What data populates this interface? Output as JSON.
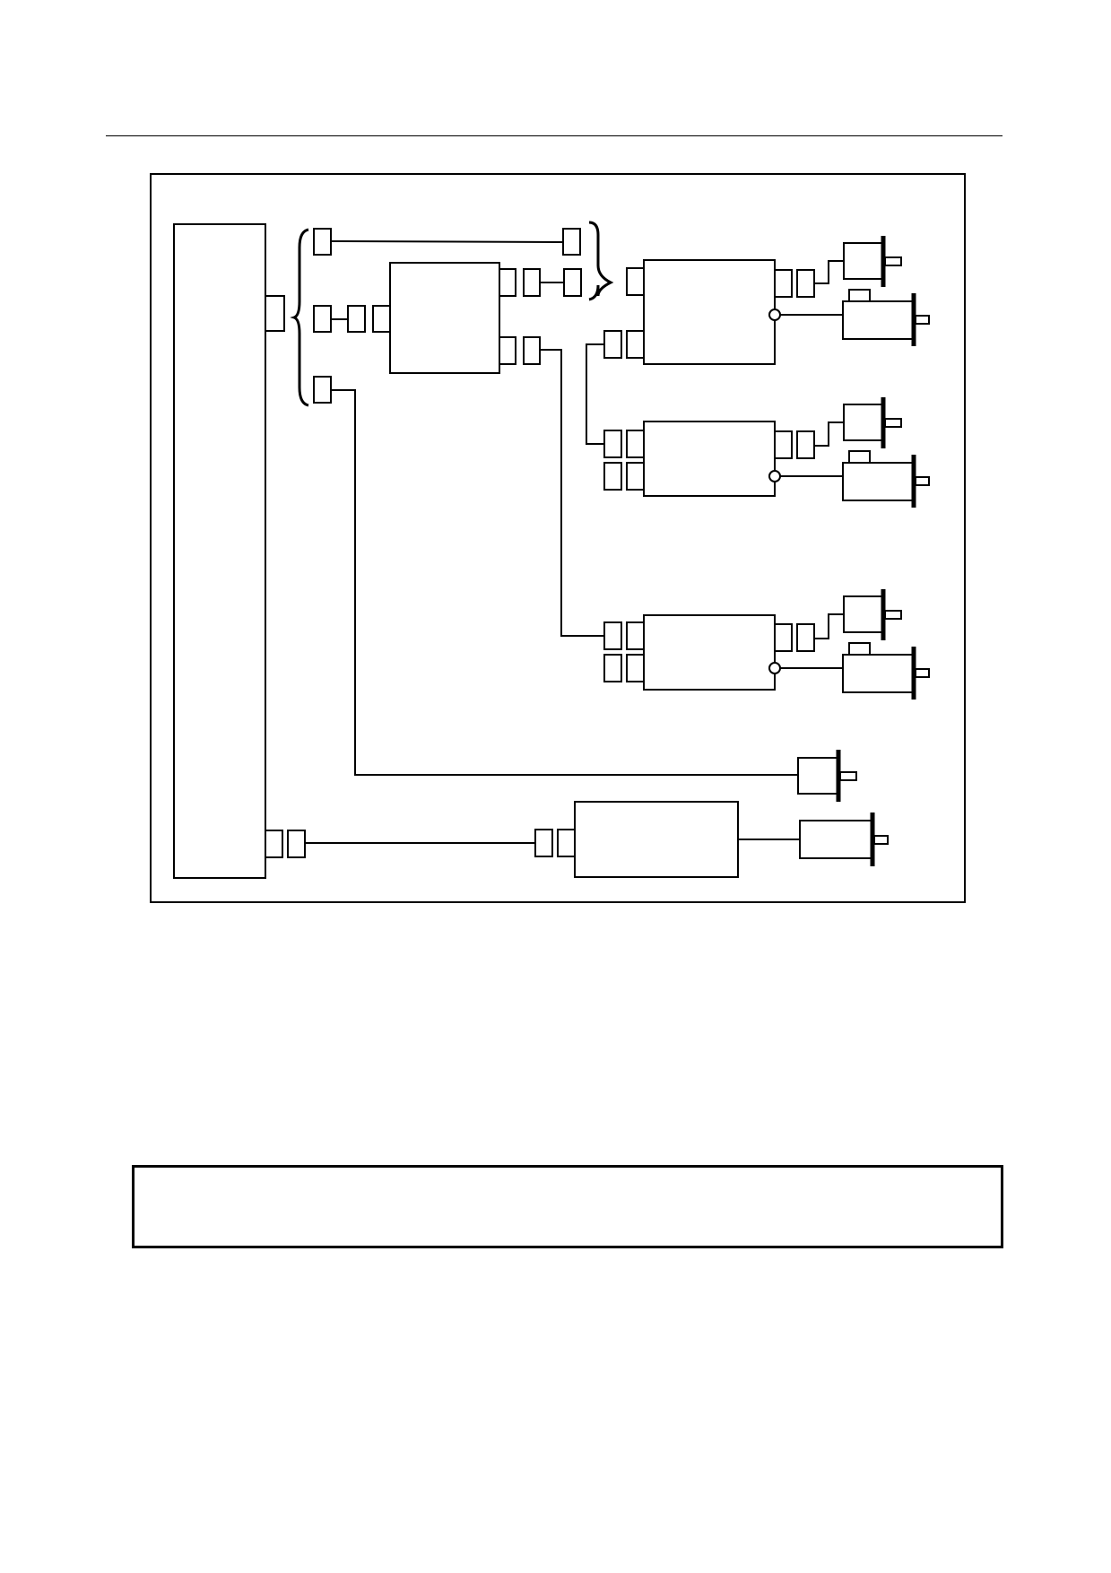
{
  "document": {
    "header_rule": true,
    "caption": ""
  },
  "colors": {
    "ink": "#000000",
    "paper": "#ffffff"
  },
  "diagram": {
    "nodes": [
      {
        "id": "controller-unit"
      },
      {
        "id": "controller-port-upper"
      },
      {
        "id": "controller-port-lower-1"
      },
      {
        "id": "controller-port-lower-2"
      },
      {
        "id": "brace-left"
      },
      {
        "id": "branch-1-connector"
      },
      {
        "id": "branch-2-connector-a"
      },
      {
        "id": "branch-2-connector-b"
      },
      {
        "id": "branch-2-connector-c"
      },
      {
        "id": "branch-3-connector"
      },
      {
        "id": "amplifier-unit"
      },
      {
        "id": "amp-out-upper-a"
      },
      {
        "id": "amp-out-upper-b"
      },
      {
        "id": "amp-out-upper-c"
      },
      {
        "id": "amp-out-lower-a"
      },
      {
        "id": "amp-out-lower-b"
      },
      {
        "id": "branch-1-end-connector"
      },
      {
        "id": "brace-right"
      },
      {
        "id": "servo-amp-1"
      },
      {
        "id": "servo-amp-2"
      },
      {
        "id": "servo-amp-3"
      },
      {
        "id": "spindle-amp"
      },
      {
        "id": "servo-motor-1"
      },
      {
        "id": "servo-motor-2"
      },
      {
        "id": "servo-motor-3"
      },
      {
        "id": "encoder-1"
      },
      {
        "id": "encoder-2"
      },
      {
        "id": "encoder-3"
      },
      {
        "id": "separate-detector"
      },
      {
        "id": "spindle-motor"
      }
    ]
  }
}
